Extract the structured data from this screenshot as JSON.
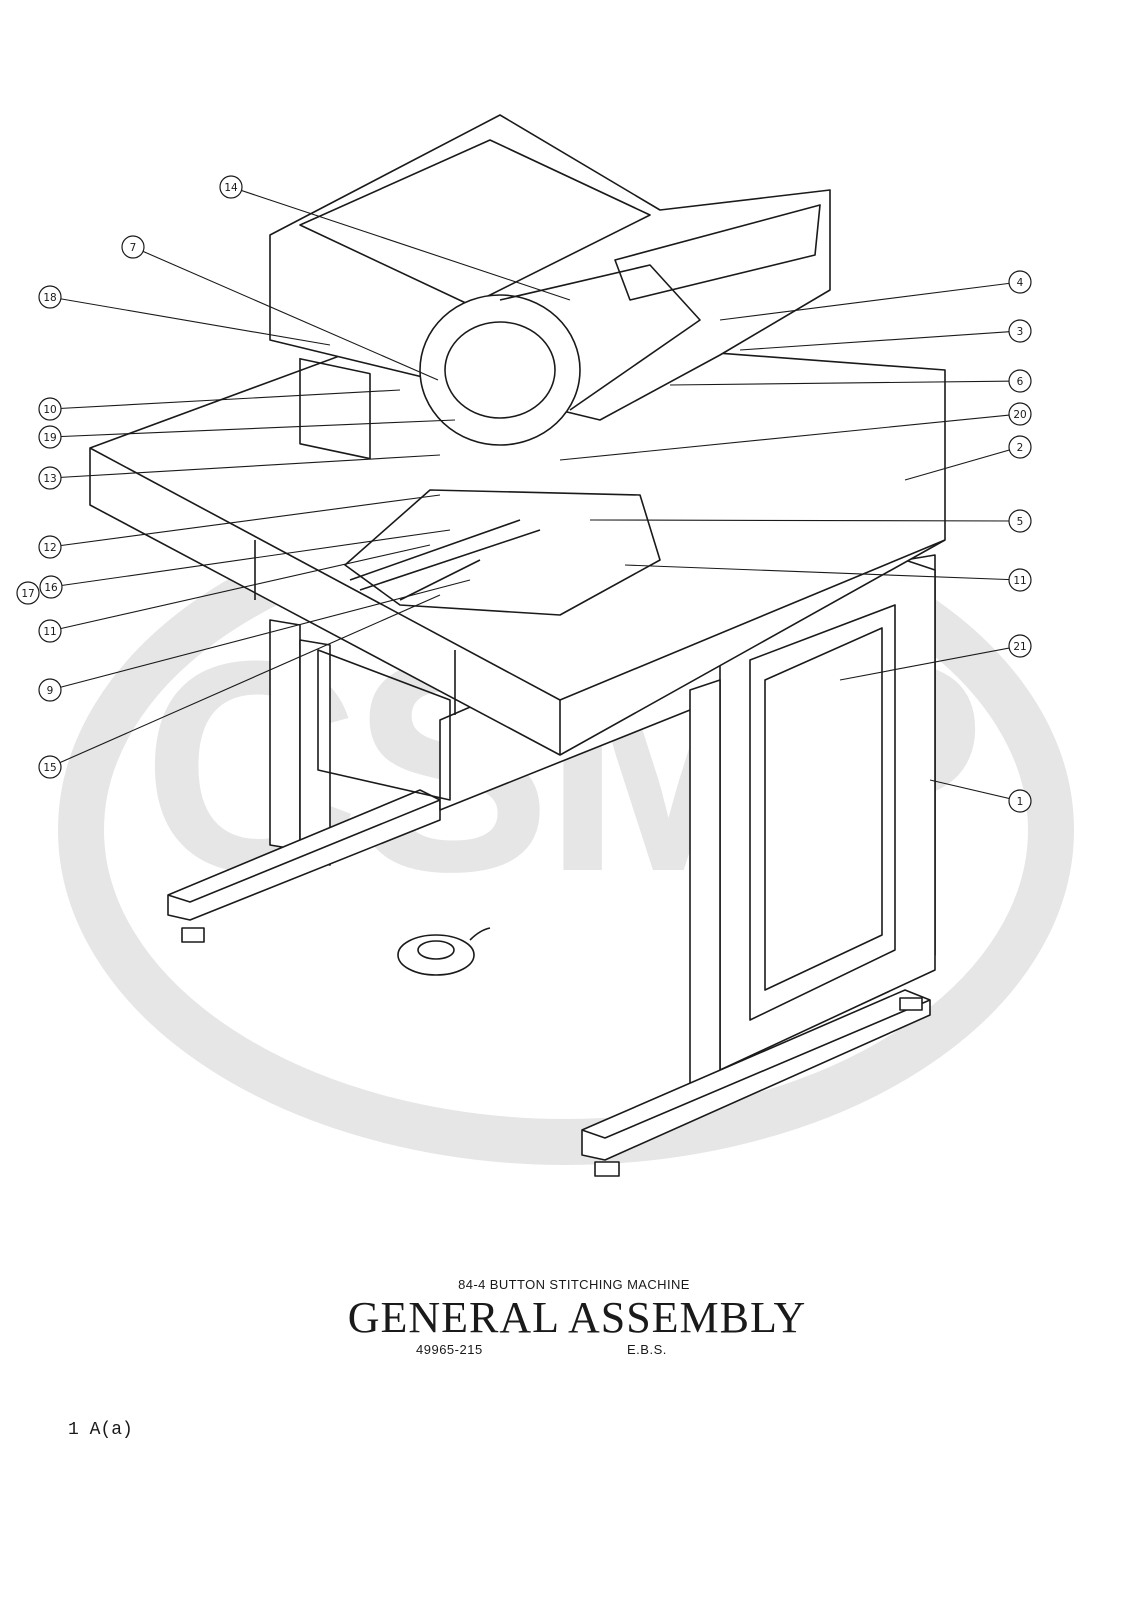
{
  "watermark": {
    "text": "CSMP",
    "color": "#e4e4e4"
  },
  "callouts": [
    {
      "label": "14"
    },
    {
      "label": "7"
    },
    {
      "label": "18"
    },
    {
      "label": "10"
    },
    {
      "label": "19"
    },
    {
      "label": "13"
    },
    {
      "label": "12"
    },
    {
      "label": "16"
    },
    {
      "label": "17"
    },
    {
      "label": "11"
    },
    {
      "label": "9"
    },
    {
      "label": "15"
    },
    {
      "label": "4"
    },
    {
      "label": "3"
    },
    {
      "label": "6"
    },
    {
      "label": "20"
    },
    {
      "label": "2"
    },
    {
      "label": "5"
    },
    {
      "label": "11"
    },
    {
      "label": "21"
    },
    {
      "label": "1"
    }
  ],
  "caption": {
    "subtitle": "84-4 BUTTON STITCHING MACHINE",
    "title": "GENERAL  ASSEMBLY",
    "part_number": "49965-215",
    "code": "E.B.S."
  },
  "page_ref": "1 A(a)"
}
